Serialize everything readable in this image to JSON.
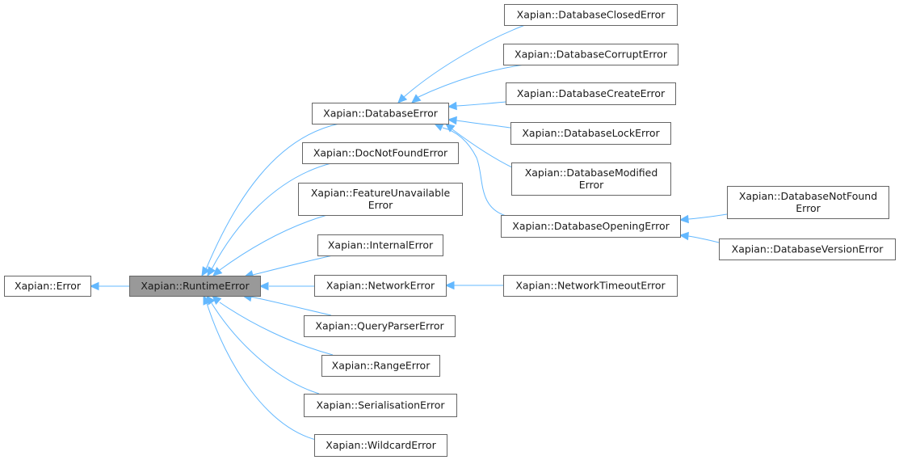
{
  "diagram": {
    "nodes": [
      {
        "id": "error",
        "lines": [
          "Xapian::Error"
        ]
      },
      {
        "id": "runtime",
        "lines": [
          "Xapian::RuntimeError"
        ],
        "current": true
      },
      {
        "id": "database",
        "lines": [
          "Xapian::DatabaseError"
        ]
      },
      {
        "id": "docnotfound",
        "lines": [
          "Xapian::DocNotFoundError"
        ]
      },
      {
        "id": "featureunavailable",
        "lines": [
          "Xapian::FeatureUnavailable",
          "Error"
        ]
      },
      {
        "id": "internal",
        "lines": [
          "Xapian::InternalError"
        ]
      },
      {
        "id": "network",
        "lines": [
          "Xapian::NetworkError"
        ]
      },
      {
        "id": "queryparser",
        "lines": [
          "Xapian::QueryParserError"
        ]
      },
      {
        "id": "range",
        "lines": [
          "Xapian::RangeError"
        ]
      },
      {
        "id": "serialisation",
        "lines": [
          "Xapian::SerialisationError"
        ]
      },
      {
        "id": "wildcard",
        "lines": [
          "Xapian::WildcardError"
        ]
      },
      {
        "id": "dbclosed",
        "lines": [
          "Xapian::DatabaseClosedError"
        ]
      },
      {
        "id": "dbcorrupt",
        "lines": [
          "Xapian::DatabaseCorruptError"
        ]
      },
      {
        "id": "dbcreate",
        "lines": [
          "Xapian::DatabaseCreateError"
        ]
      },
      {
        "id": "dblock",
        "lines": [
          "Xapian::DatabaseLockError"
        ]
      },
      {
        "id": "dbmodified",
        "lines": [
          "Xapian::DatabaseModified",
          "Error"
        ]
      },
      {
        "id": "dbopening",
        "lines": [
          "Xapian::DatabaseOpeningError"
        ]
      },
      {
        "id": "dbnotfound",
        "lines": [
          "Xapian::DatabaseNotFound",
          "Error"
        ]
      },
      {
        "id": "dbversion",
        "lines": [
          "Xapian::DatabaseVersionError"
        ]
      },
      {
        "id": "networktimeout",
        "lines": [
          "Xapian::NetworkTimeoutError"
        ]
      }
    ],
    "edges": [
      {
        "from": "runtime",
        "to": "error"
      },
      {
        "from": "database",
        "to": "runtime"
      },
      {
        "from": "docnotfound",
        "to": "runtime"
      },
      {
        "from": "featureunavailable",
        "to": "runtime"
      },
      {
        "from": "internal",
        "to": "runtime"
      },
      {
        "from": "network",
        "to": "runtime"
      },
      {
        "from": "queryparser",
        "to": "runtime"
      },
      {
        "from": "range",
        "to": "runtime"
      },
      {
        "from": "serialisation",
        "to": "runtime"
      },
      {
        "from": "wildcard",
        "to": "runtime"
      },
      {
        "from": "dbclosed",
        "to": "database"
      },
      {
        "from": "dbcorrupt",
        "to": "database"
      },
      {
        "from": "dbcreate",
        "to": "database"
      },
      {
        "from": "dblock",
        "to": "database"
      },
      {
        "from": "dbmodified",
        "to": "database"
      },
      {
        "from": "dbopening",
        "to": "database"
      },
      {
        "from": "dbnotfound",
        "to": "dbopening"
      },
      {
        "from": "dbversion",
        "to": "dbopening"
      },
      {
        "from": "networktimeout",
        "to": "network"
      }
    ],
    "colors": {
      "edge": "#63b8ff",
      "node_border": "#666666",
      "current_fill": "#999999"
    }
  }
}
